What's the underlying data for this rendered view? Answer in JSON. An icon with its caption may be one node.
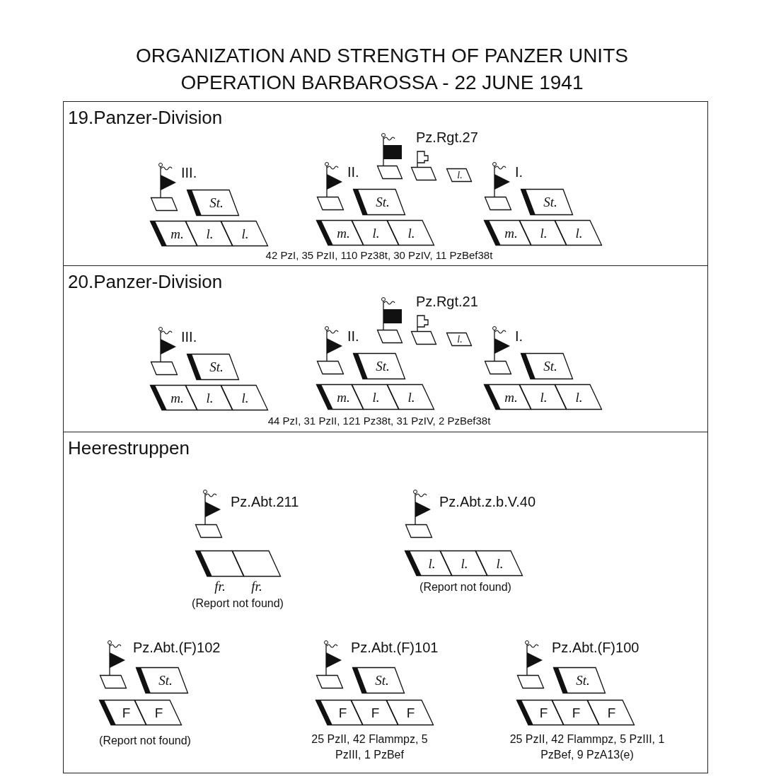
{
  "diagram": {
    "title": "ORGANIZATION AND STRENGTH OF PANZER UNITS OPERATION BARBAROSSA - 22 JUNE 1941",
    "nodes": [
      {
        "text": [
          "19.Panzer-Division"
        ]
      },
      {
        "text": [],
        "shape": "parallelogram",
        "in": 0,
        "beside": [
          "III."
        ]
      },
      {
        "text": [
          "St."
        ],
        "in": 0
      },
      {
        "text": [
          "m."
        ],
        "in": 0
      },
      {
        "text": [
          "l."
        ],
        "in": 0
      },
      {
        "text": [
          "l."
        ],
        "in": 0
      },
      {
        "text": [],
        "shape": "parallelogram",
        "in": 0,
        "beside": [
          "II."
        ]
      },
      {
        "text": [
          "St."
        ],
        "in": 0
      },
      {
        "text": [
          "m."
        ],
        "in": 0
      },
      {
        "text": [
          "l."
        ],
        "in": 0
      },
      {
        "text": [
          "l."
        ],
        "in": 0
      },
      {
        "text": [],
        "shape": "parallelogram",
        "in": 0,
        "beside": [
          "Pz.Rgt.27"
        ]
      },
      {
        "text": [],
        "shape": "parallelogram",
        "in": 0
      },
      {
        "text": [
          "l."
        ],
        "in": 0
      },
      {
        "text": [],
        "shape": "parallelogram",
        "in": 0,
        "beside": [
          "I."
        ]
      },
      {
        "text": [
          "St."
        ],
        "in": 0
      },
      {
        "text": [
          "m."
        ],
        "in": 0
      },
      {
        "text": [
          "l."
        ],
        "in": 0
      },
      {
        "text": [
          "l."
        ],
        "in": 0
      },
      {
        "text": [
          "20.Panzer-Division"
        ]
      },
      {
        "text": [],
        "shape": "parallelogram",
        "in": 19,
        "beside": [
          "III."
        ]
      },
      {
        "text": [
          "St."
        ],
        "in": 19
      },
      {
        "text": [
          "m."
        ],
        "in": 19
      },
      {
        "text": [
          "l."
        ],
        "in": 19
      },
      {
        "text": [
          "l."
        ],
        "in": 19
      },
      {
        "text": [],
        "shape": "parallelogram",
        "in": 19,
        "beside": [
          "II."
        ]
      },
      {
        "text": [
          "St."
        ],
        "in": 19
      },
      {
        "text": [
          "m."
        ],
        "in": 19
      },
      {
        "text": [
          "l."
        ],
        "in": 19
      },
      {
        "text": [
          "l."
        ],
        "in": 19
      },
      {
        "text": [],
        "shape": "parallelogram",
        "in": 19,
        "beside": [
          "Pz.Rgt.21"
        ]
      },
      {
        "text": [],
        "shape": "parallelogram",
        "in": 19
      },
      {
        "text": [
          "l."
        ],
        "in": 19
      },
      {
        "text": [],
        "shape": "parallelogram",
        "in": 19,
        "beside": [
          "I."
        ]
      },
      {
        "text": [
          "St."
        ],
        "in": 19
      },
      {
        "text": [
          "m."
        ],
        "in": 19
      },
      {
        "text": [
          "l."
        ],
        "in": 19
      },
      {
        "text": [
          "l."
        ],
        "in": 19
      },
      {
        "text": [
          "Heerestruppen"
        ]
      },
      {
        "text": [],
        "shape": "parallelogram",
        "in": 38,
        "beside": [
          "Pz.Abt.211"
        ]
      },
      {
        "text": [],
        "shape": "parallelogram",
        "in": 38,
        "beside": [
          "fr."
        ]
      },
      {
        "text": [],
        "shape": "parallelogram",
        "in": 38,
        "beside": [
          "fr."
        ]
      },
      {
        "text": [],
        "shape": "parallelogram",
        "in": 38,
        "beside": [
          "Pz.Abt.z.b.V.40"
        ]
      },
      {
        "text": [
          "l."
        ],
        "in": 38
      },
      {
        "text": [
          "l."
        ],
        "in": 38
      },
      {
        "text": [
          "l."
        ],
        "in": 38
      },
      {
        "text": [],
        "shape": "parallelogram",
        "in": 38
      },
      {
        "text": [
          "St."
        ],
        "in": 38
      },
      {
        "text": [
          "F"
        ],
        "in": 38
      },
      {
        "text": [
          "F"
        ],
        "in": 38
      },
      {
        "text": [],
        "shape": "parallelogram",
        "in": 38
      },
      {
        "text": [
          "St."
        ],
        "in": 38
      },
      {
        "text": [
          "F"
        ],
        "in": 38
      },
      {
        "text": [
          "F"
        ],
        "in": 38
      },
      {
        "text": [
          "F"
        ],
        "in": 38
      },
      {
        "text": [],
        "shape": "parallelogram",
        "in": 38
      },
      {
        "text": [
          "St."
        ],
        "in": 38
      },
      {
        "text": [
          "F"
        ],
        "in": 38
      },
      {
        "text": [
          "F"
        ],
        "in": 38
      },
      {
        "text": [
          "F"
        ],
        "in": 38
      }
    ],
    "labels": [
      "42 PzI, 35 PzII, 110 Pz38t, 30 PzIV, 11 PzBef38t",
      "44 PzI, 31 PzII, 121 Pz38t, 31 PzIV, 2 PzBef38t",
      "(Report not found)",
      "(Report not found)",
      "Pz.Abt.(F)102",
      "Pz.Abt.(F)101",
      "Pz.Abt.(F)100",
      "(Report not found)",
      "25 PzII, 42 Flammpz, 5 PzIII, 1 PzBef",
      "25 PzII, 42 Flammpz, 5 PzIII, 1 PzBef, 9 PzA13(e)"
    ]
  }
}
